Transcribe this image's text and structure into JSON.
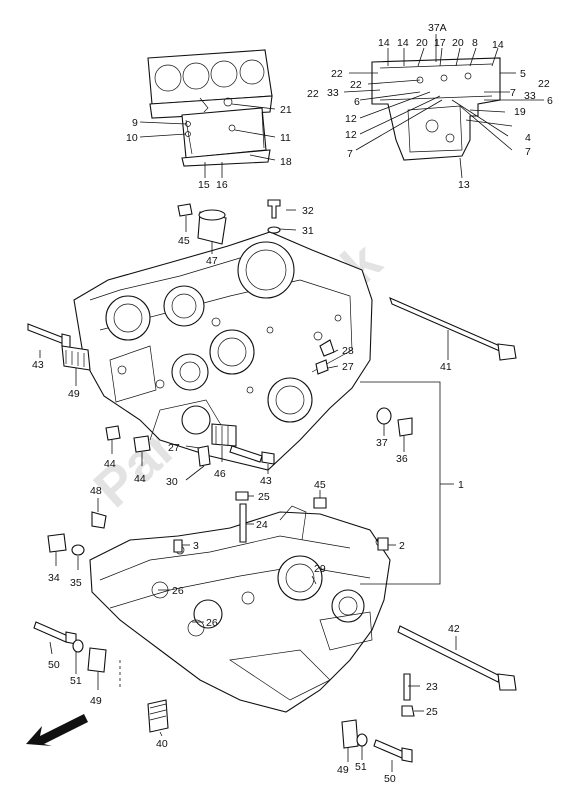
{
  "watermark": "PartsRepublik",
  "callouts": [
    {
      "id": "c-37a",
      "text": "37A"
    },
    {
      "id": "c-14a",
      "text": "14"
    },
    {
      "id": "c-14b",
      "text": "14"
    },
    {
      "id": "c-20a",
      "text": "20"
    },
    {
      "id": "c-17",
      "text": "17"
    },
    {
      "id": "c-20b",
      "text": "20"
    },
    {
      "id": "c-8",
      "text": "8"
    },
    {
      "id": "c-14c",
      "text": "14"
    },
    {
      "id": "c-22a",
      "text": "22"
    },
    {
      "id": "c-5",
      "text": "5"
    },
    {
      "id": "c-22b",
      "text": "22"
    },
    {
      "id": "c-22c",
      "text": "22"
    },
    {
      "id": "c-22d",
      "text": "22"
    },
    {
      "id": "c-33a",
      "text": "33"
    },
    {
      "id": "c-7a",
      "text": "7"
    },
    {
      "id": "c-33b",
      "text": "33"
    },
    {
      "id": "c-6a",
      "text": "6"
    },
    {
      "id": "c-6b",
      "text": "6"
    },
    {
      "id": "c-12a",
      "text": "12"
    },
    {
      "id": "c-19",
      "text": "19"
    },
    {
      "id": "c-12b",
      "text": "12"
    },
    {
      "id": "c-4",
      "text": "4"
    },
    {
      "id": "c-7b",
      "text": "7"
    },
    {
      "id": "c-7c",
      "text": "7"
    },
    {
      "id": "c-13",
      "text": "13"
    },
    {
      "id": "c-9",
      "text": "9"
    },
    {
      "id": "c-10",
      "text": "10"
    },
    {
      "id": "c-21",
      "text": "21"
    },
    {
      "id": "c-11",
      "text": "11"
    },
    {
      "id": "c-18",
      "text": "18"
    },
    {
      "id": "c-15",
      "text": "15"
    },
    {
      "id": "c-16",
      "text": "16"
    },
    {
      "id": "c-32",
      "text": "32"
    },
    {
      "id": "c-31",
      "text": "31"
    },
    {
      "id": "c-45a",
      "text": "45"
    },
    {
      "id": "c-47",
      "text": "47"
    },
    {
      "id": "c-43a",
      "text": "43"
    },
    {
      "id": "c-49a",
      "text": "49"
    },
    {
      "id": "c-41",
      "text": "41"
    },
    {
      "id": "c-28",
      "text": "28"
    },
    {
      "id": "c-27a",
      "text": "27"
    },
    {
      "id": "c-37",
      "text": "37"
    },
    {
      "id": "c-36",
      "text": "36"
    },
    {
      "id": "c-44a",
      "text": "44"
    },
    {
      "id": "c-44b",
      "text": "44"
    },
    {
      "id": "c-27b",
      "text": "27"
    },
    {
      "id": "c-30",
      "text": "30"
    },
    {
      "id": "c-46",
      "text": "46"
    },
    {
      "id": "c-43b",
      "text": "43"
    },
    {
      "id": "c-1",
      "text": "1"
    },
    {
      "id": "c-48",
      "text": "48"
    },
    {
      "id": "c-25a",
      "text": "25"
    },
    {
      "id": "c-45b",
      "text": "45"
    },
    {
      "id": "c-24",
      "text": "24"
    },
    {
      "id": "c-3",
      "text": "3"
    },
    {
      "id": "c-2",
      "text": "2"
    },
    {
      "id": "c-34",
      "text": "34"
    },
    {
      "id": "c-35",
      "text": "35"
    },
    {
      "id": "c-29",
      "text": "29"
    },
    {
      "id": "c-26a",
      "text": "26"
    },
    {
      "id": "c-26b",
      "text": "26"
    },
    {
      "id": "c-42",
      "text": "42"
    },
    {
      "id": "c-50a",
      "text": "50"
    },
    {
      "id": "c-51a",
      "text": "51"
    },
    {
      "id": "c-49b",
      "text": "49"
    },
    {
      "id": "c-23",
      "text": "23"
    },
    {
      "id": "c-25b",
      "text": "25"
    },
    {
      "id": "c-40",
      "text": "40"
    },
    {
      "id": "c-49c",
      "text": "49"
    },
    {
      "id": "c-51b",
      "text": "51"
    },
    {
      "id": "c-50b",
      "text": "50"
    }
  ]
}
